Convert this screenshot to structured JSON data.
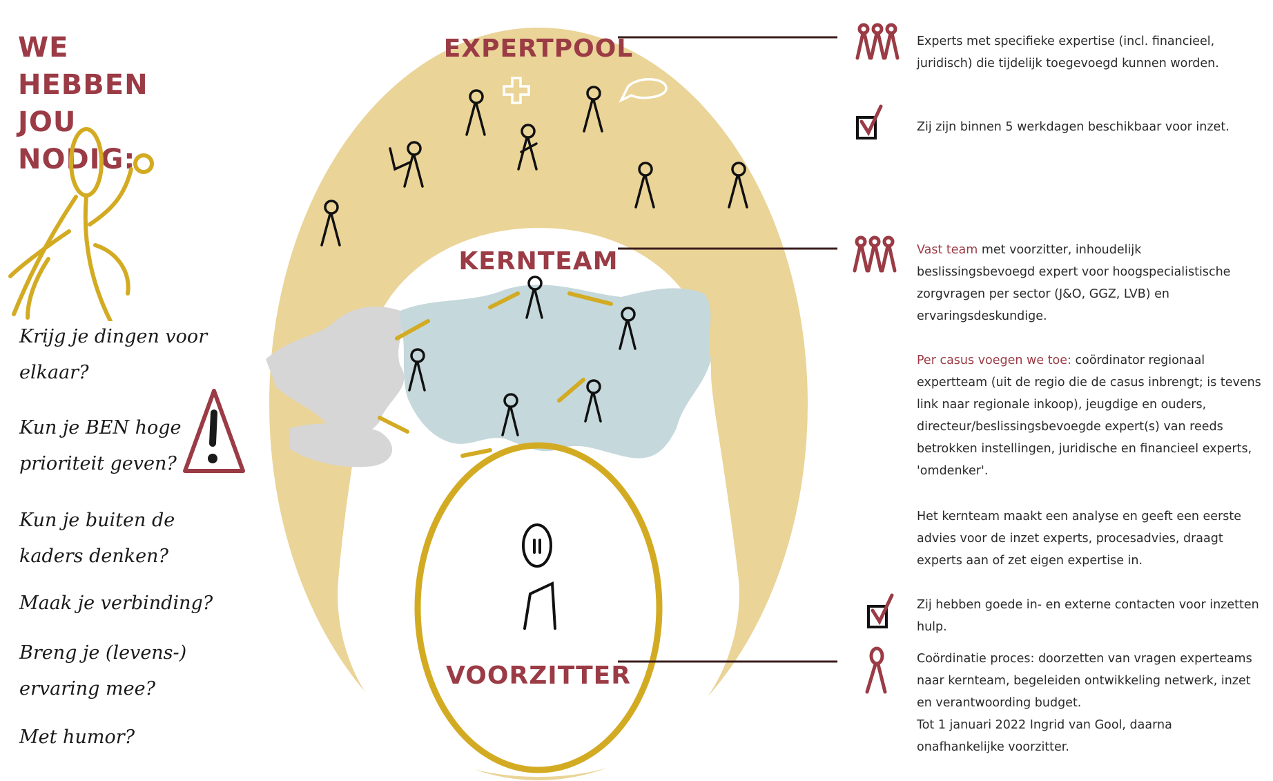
{
  "left": {
    "title_line1": "WE HEBBEN",
    "title_line2": "JOU NODIG:",
    "questions": [
      "Krijg je dingen voor elkaar?",
      "Kun je BEN hoge prioriteit geven?",
      "Kun je buiten de kaders denken?",
      "Maak je verbinding?",
      "Breng je (levens-) ervaring mee?",
      "Met humor?"
    ]
  },
  "diagram": {
    "expertpool_label": "EXPERTPOOL",
    "kernteam_label": "KERNTEAM",
    "voorzitter_label": "VOORZITTER"
  },
  "right": {
    "expertpool_desc": "Experts met specifieke expertise (incl. financieel, juridisch) die tijdelijk toegevoegd kunnen worden.",
    "expertpool_check": "Zij zijn binnen 5 werkdagen beschikbaar voor inzet.",
    "kernteam_accent": "Vast team",
    "kernteam_desc": " met voorzitter, inhoudelijk beslissingsbevoegd expert voor hoogspecialistische zorgvragen per sector (J&O, GGZ, LVB) en ervaringsdeskundige.",
    "percasus_accent": "Per casus voegen we toe:",
    "percasus_desc": " coördinator regionaal expertteam (uit de regio die de casus inbrengt; is tevens link naar regionale inkoop), jeugdige en ouders, directeur/beslissingsbevoegde expert(s) van reeds betrokken instellingen, juridische en financieel experts, 'omdenker'.",
    "kernteam_analysis": "Het kernteam maakt een analyse en geeft een eerste advies voor de inzet experts, procesadvies, draagt experts aan of zet eigen expertise in.",
    "kernteam_check": "Zij hebben goede in- en externe contacten voor inzetten hulp.",
    "voorzitter_desc": "Coördinatie proces: doorzetten van vragen experteams naar kernteam, begeleiden ontwikkeling netwerk, inzet en verantwoording budget.",
    "voorzitter_note": "Tot 1 januari 2022 Ingrid van Gool, daarna onafhankelijke voorzitter."
  },
  "colors": {
    "accent": "#9a3b45",
    "gold": "#d8b02a",
    "pool_fill": "#ead497",
    "map_blue": "#c5d8db",
    "map_grey": "#d6d6d6"
  },
  "icons": [
    "person-with-balloon-icon",
    "warning-icon",
    "people-group-icon",
    "checkbox-icon",
    "person-icon"
  ]
}
